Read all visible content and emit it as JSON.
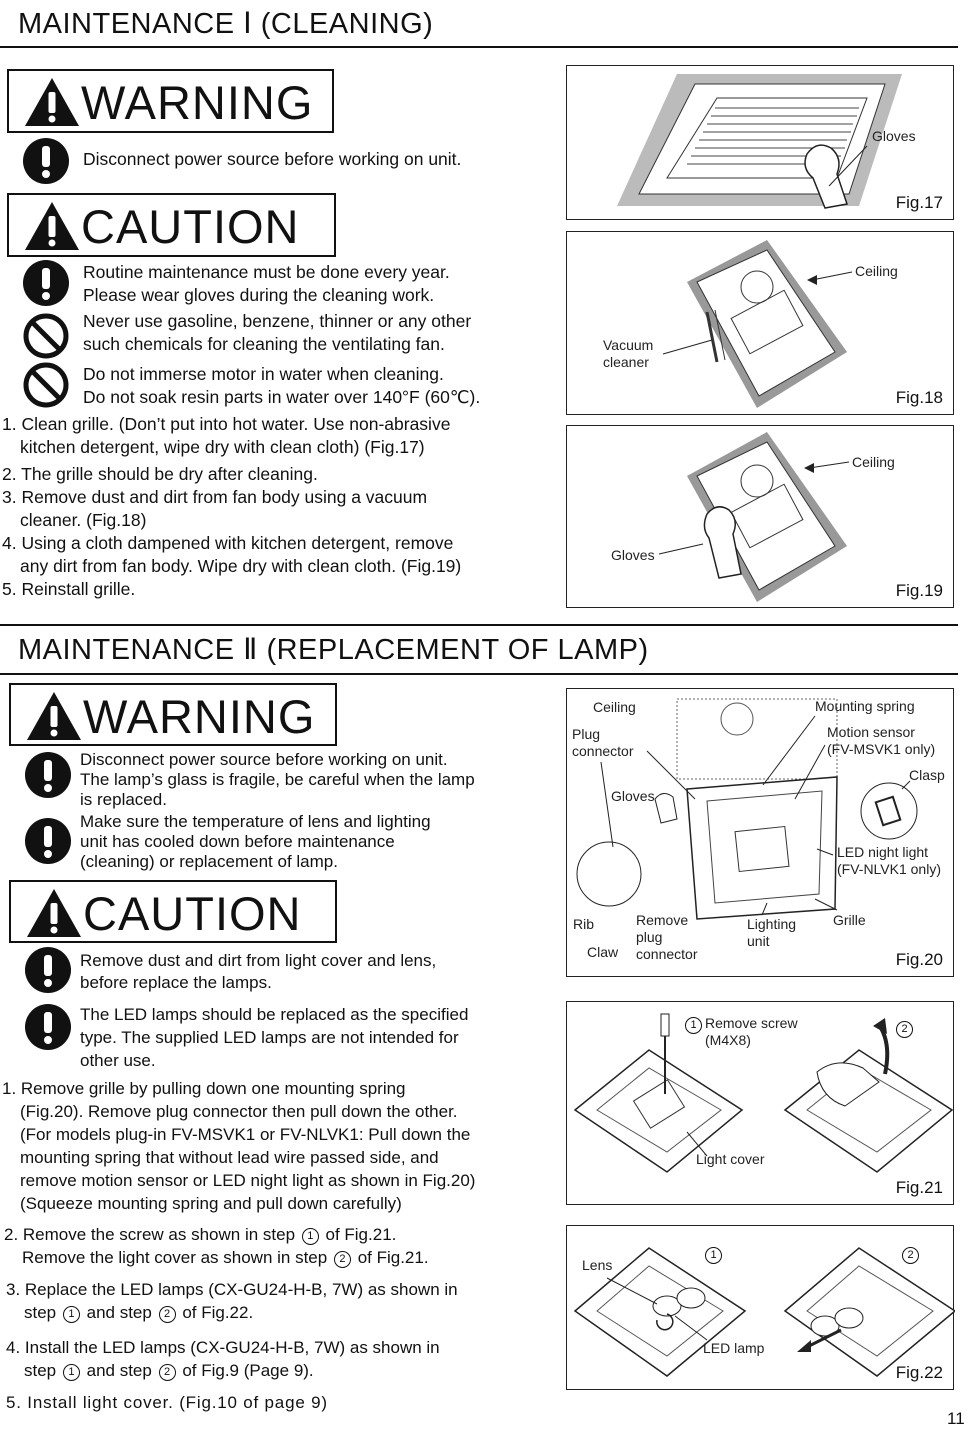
{
  "section1": {
    "title": "MAINTENANCE Ⅰ (CLEANING)",
    "warning_label": "WARNING",
    "warning_text": "Disconnect power source before working on unit.",
    "caution_label": "CAUTION",
    "caution_items": [
      [
        "Routine maintenance must be done every year.",
        "Please wear gloves during the cleaning work."
      ],
      [
        "Never use gasoline, benzene, thinner or any other",
        "such chemicals for cleaning the ventilating fan."
      ],
      [
        "Do not immerse motor in water when cleaning.",
        "Do not soak resin parts in water over 140°F (60℃)."
      ]
    ],
    "steps": [
      [
        "1. Clean grille. (Don’t put into hot water. Use non-abrasive",
        "kitchen detergent, wipe dry with clean cloth) (Fig.17)"
      ],
      [
        "2. The grille should be dry after cleaning."
      ],
      [
        "3. Remove dust and dirt from fan body using a vacuum",
        "cleaner. (Fig.18)"
      ],
      [
        "4. Using a cloth dampened with kitchen detergent, remove",
        "any dirt from fan body. Wipe dry with clean cloth. (Fig.19)"
      ],
      [
        "5. Reinstall grille."
      ]
    ],
    "figures": {
      "fig17": {
        "label": "Fig.17",
        "callouts": [
          "Gloves"
        ]
      },
      "fig18": {
        "label": "Fig.18",
        "callouts": [
          "Ceiling",
          "Vacuum",
          "cleaner"
        ]
      },
      "fig19": {
        "label": "Fig.19",
        "callouts": [
          "Ceiling",
          "Gloves"
        ]
      }
    }
  },
  "section2": {
    "title": "MAINTENANCE Ⅱ (REPLACEMENT OF LAMP)",
    "warning_label": "WARNING",
    "warning_items": [
      [
        "Disconnect power source before working on unit.",
        "The lamp’s glass is fragile, be careful when the lamp",
        "is replaced."
      ],
      [
        "Make sure the temperature of lens and lighting",
        "unit has cooled down before maintenance",
        "(cleaning) or replacement of lamp."
      ]
    ],
    "caution_label": "CAUTION",
    "caution_items": [
      [
        "Remove dust and dirt from light cover and lens,",
        "before replace the lamps."
      ],
      [
        "The LED lamps should be replaced as the specified",
        "type. The supplied LED lamps are not intended for",
        "other use."
      ]
    ],
    "step1": [
      "1. Remove grille by pulling down one mounting spring",
      "(Fig.20). Remove plug connector then pull down the other.",
      "(For models plug-in FV-MSVK1 or FV-NLVK1: Pull down the",
      "mounting spring that without lead wire passed side, and",
      "remove motion sensor or LED night light as shown in Fig.20)",
      "(Squeeze mounting spring and pull down carefully)"
    ],
    "step2": {
      "a": "2. Remove the screw as shown in step",
      "b": "of Fig.21.",
      "c": "Remove the light cover as shown in step",
      "d": "of Fig.21."
    },
    "step3": {
      "a": "3. Replace the LED lamps (CX-GU24-H-B, 7W) as shown in",
      "b": "step",
      "c": "and step",
      "d": "of Fig.22."
    },
    "step4": {
      "a": "4. Install the LED lamps (CX-GU24-H-B, 7W) as shown in",
      "b": "step",
      "c": "and step",
      "d": "of Fig.9 (Page 9)."
    },
    "step5": "5. Install light cover. (Fig.10 of page 9)",
    "circled": [
      "1",
      "2"
    ],
    "figures": {
      "fig20": {
        "label": "Fig.20",
        "callouts": [
          "Ceiling",
          "Plug",
          "connector",
          "Gloves",
          "Mounting spring",
          "Motion sensor",
          "(FV-MSVK1 only)",
          "Clasp",
          "LED night light",
          "(FV-NLVK1 only)",
          "Rib",
          "Remove",
          "plug",
          "connector",
          "Claw",
          "Lighting",
          "unit",
          "Grille"
        ]
      },
      "fig21": {
        "label": "Fig.21",
        "callouts": [
          "Remove screw",
          "(M4X8)",
          "Light cover"
        ]
      },
      "fig22": {
        "label": "Fig.22",
        "callouts": [
          "Lens",
          "LED lamp"
        ]
      }
    }
  },
  "page_number": "11"
}
